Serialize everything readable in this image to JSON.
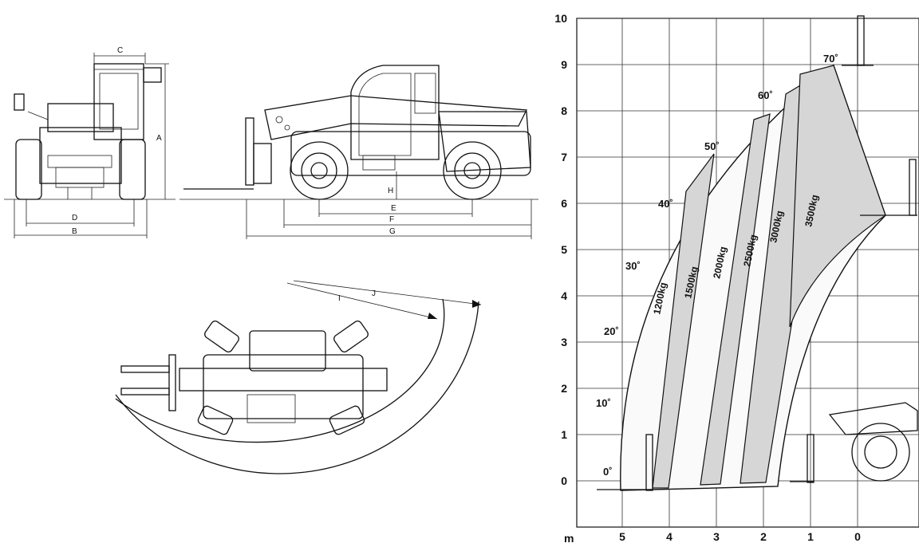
{
  "front_view": {
    "dimensions": [
      "C",
      "A",
      "D",
      "B"
    ]
  },
  "side_view": {
    "dimensions": [
      "H",
      "E",
      "F",
      "G"
    ]
  },
  "top_view": {
    "dimensions": [
      "I",
      "J"
    ]
  },
  "load_chart": {
    "y_ticks": [
      "0",
      "1",
      "2",
      "3",
      "4",
      "5",
      "6",
      "7",
      "8",
      "9",
      "10"
    ],
    "x_ticks": [
      "5",
      "4",
      "3",
      "2",
      "1",
      "0"
    ],
    "x_unit": "m",
    "angles": [
      "0˚",
      "10˚",
      "20˚",
      "30˚",
      "40˚",
      "50˚",
      "60˚",
      "70˚"
    ],
    "loads": [
      "1200kg",
      "1500kg",
      "2000kg",
      "2500kg",
      "3000kg",
      "3500kg"
    ],
    "zone_fill": "#d6d6d6"
  }
}
